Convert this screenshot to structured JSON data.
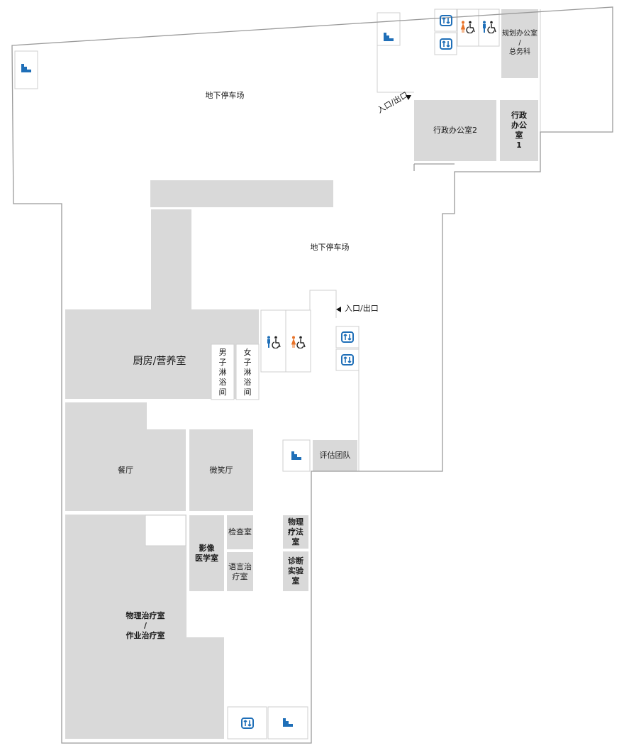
{
  "colors": {
    "room_fill": "#d9d9d9",
    "wall": "#9a9a9a",
    "blue_icon": "#1f6fb8",
    "orange_icon": "#e8742a",
    "arrow": "#111111"
  },
  "labels": {
    "parking_top": "地下停车场",
    "parking_mid": "地下停车场",
    "entrance_top": "入口/出口",
    "entrance_mid": "入口/出口",
    "planning_office": "规划办公室\n/\n总务科",
    "admin_office_2": "行政办公室2",
    "admin_office_1": "行政\n办公\n室\n1",
    "kitchen": "厨房/营养室",
    "men_shower": "男\n子\n淋\n浴\n间",
    "women_shower": "女\n子\n淋\n浴\n间",
    "dining": "餐厅",
    "smile_hall": "微笑厅",
    "assessment_team": "评估团队",
    "pt_room": "物理\n疗法\n室",
    "diagnostic_lab": "诊断\n实验\n室",
    "imaging": "影像\n医学室",
    "exam_room": "检查室",
    "speech_therapy": "语言治\n疗室",
    "therapy_rooms": "物理治疗室\n/\n作业治疗室"
  },
  "icons": {
    "stairs": "stairs-icon",
    "elevator": "elevator-icon",
    "restroom_male_accessible": "male-accessible-restroom-icon",
    "restroom_female_accessible": "female-accessible-restroom-icon"
  }
}
